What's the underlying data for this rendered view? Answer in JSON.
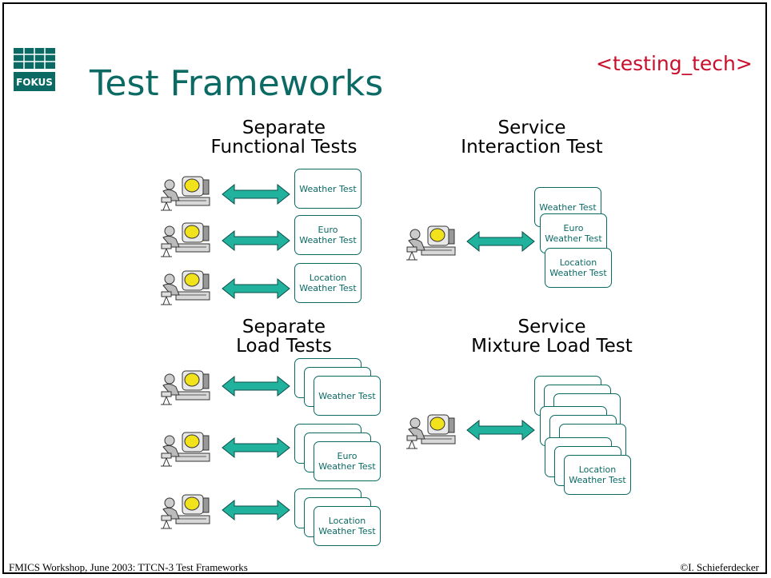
{
  "slide": {
    "title": "Test Frameworks",
    "brand": "<testing_tech>",
    "logo_text": "FOKUS",
    "headings": {
      "functional": "Separate\nFunctional Tests",
      "interaction": "Service\nInteraction Test",
      "load": "Separate\nLoad Tests",
      "mixture": "Service\nMixture Load Test"
    },
    "boxes": {
      "weather": "Weather Test",
      "euro": "Euro\nWeather Test",
      "location": "Location\nWeather Test"
    },
    "footer_left": "FMICS Workshop, June 2003: TTCN-3 Test Frameworks",
    "footer_right": "©I. Schieferdecker"
  },
  "colors": {
    "title": "#0b6a64",
    "brand": "#c8102e",
    "arrow_fill": "#20b29c",
    "box_border": "#0b6a64"
  },
  "icons": [
    "computer-user-icon",
    "double-arrow-icon",
    "fokus-logo-icon"
  ]
}
